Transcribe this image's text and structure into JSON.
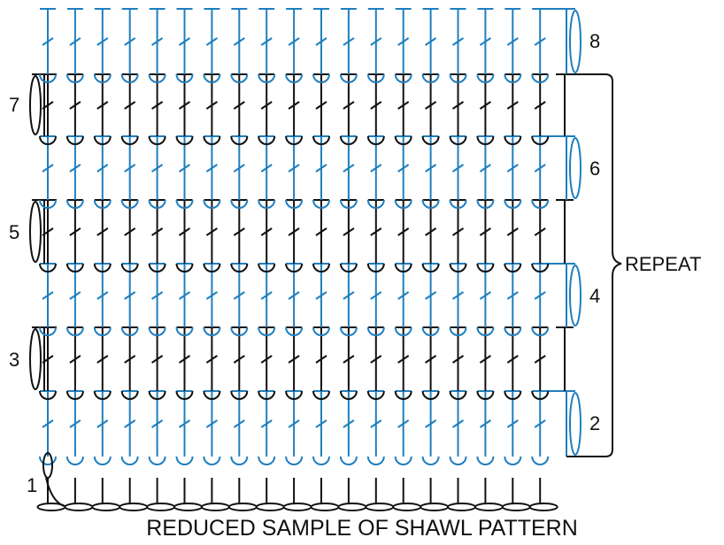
{
  "caption": "REDUCED SAMPLE OF SHAWL PATTERN",
  "repeat_label": "REPEAT",
  "row_labels": {
    "left": [
      "1",
      "3",
      "5",
      "7"
    ],
    "right": [
      "2",
      "4",
      "6",
      "8"
    ]
  },
  "colors": {
    "odd_rows": "#111111",
    "even_rows": "#1f7fbf"
  },
  "stitch_columns": 19,
  "rows": [
    {
      "number": "1",
      "stitch": "chain",
      "color": "odd_rows"
    },
    {
      "number": "2",
      "stitch": "double crochet",
      "color": "even_rows"
    },
    {
      "number": "3",
      "stitch": "double crochet",
      "color": "odd_rows"
    },
    {
      "number": "4",
      "stitch": "double crochet",
      "color": "even_rows"
    },
    {
      "number": "5",
      "stitch": "double crochet",
      "color": "odd_rows"
    },
    {
      "number": "6",
      "stitch": "double crochet",
      "color": "even_rows"
    },
    {
      "number": "7",
      "stitch": "double crochet",
      "color": "odd_rows"
    },
    {
      "number": "8",
      "stitch": "double crochet",
      "color": "even_rows"
    }
  ]
}
